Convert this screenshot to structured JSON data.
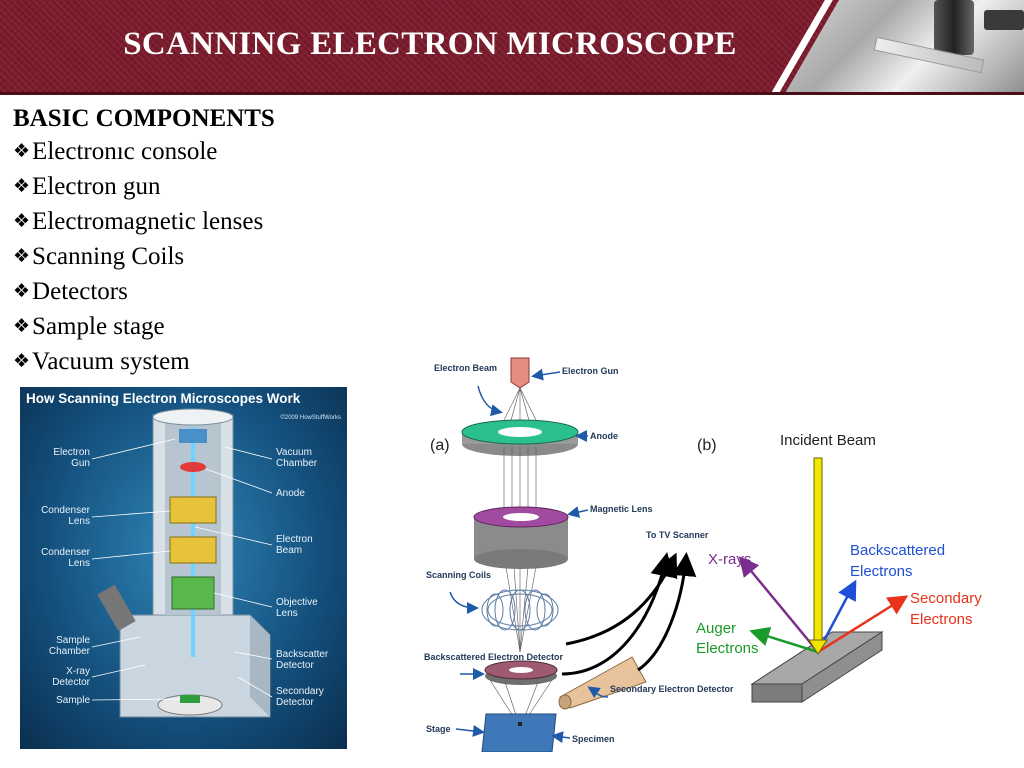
{
  "slide": {
    "title": "SCANNING ELECTRON MICROSCOPE",
    "section_heading": "BASIC COMPONENTS",
    "bullet_glyph": "❖",
    "components": [
      "Electronıc console",
      "Electron gun",
      "Electromagnetic lenses",
      "Scanning Coils",
      "Detectors",
      "Sample stage",
      "Vacuum system"
    ],
    "header_color": "#7b1a2b"
  },
  "howstuffworks_figure": {
    "title": "How Scanning Electron Microscopes Work",
    "copyright": "©2009 HowStuffWorks",
    "left_labels": [
      "Electron Gun",
      "Condenser Lens",
      "Condenser Lens",
      "Sample Chamber",
      "X-ray Detector",
      "Sample"
    ],
    "right_labels": [
      "Vacuum Chamber",
      "Anode",
      "Electron Beam",
      "Objective Lens",
      "Backscatter Detector",
      "Secondary Detector"
    ]
  },
  "sem_diagram": {
    "panel_a": "(a)",
    "panel_b": "(b)",
    "labels": {
      "electron_beam": "Electron Beam",
      "electron_gun": "Electron Gun",
      "anode": "Anode",
      "magnetic_lens": "Magnetic Lens",
      "to_tv_scanner": "To TV Scanner",
      "scanning_coils": "Scanning Coils",
      "backscattered_detector": "Backscattered Electron Detector",
      "secondary_detector": "Secondary Electron Detector",
      "stage": "Stage",
      "specimen": "Specimen"
    },
    "interaction": {
      "incident_beam": "Incident Beam",
      "xrays": "X-rays",
      "backscattered": "Backscattered Electrons",
      "secondary": "Secondary Electrons",
      "auger": "Auger Electrons",
      "colors": {
        "incident": "#f2e600",
        "xrays": "#7b2d8e",
        "backscattered": "#1f4fd6",
        "secondary": "#e8321c",
        "auger": "#1a9a2a"
      }
    }
  }
}
